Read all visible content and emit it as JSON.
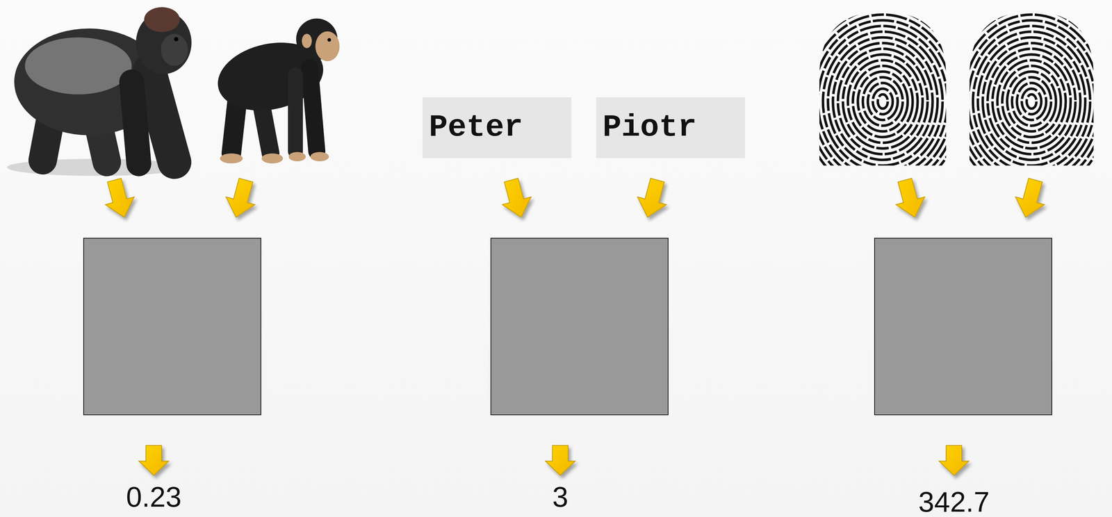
{
  "diagram": {
    "nodes": [
      {
        "text": [
          "Peter"
        ]
      },
      {
        "text": [
          "Piotr"
        ]
      }
    ],
    "labels": [
      "0.23",
      "3",
      "342.7"
    ]
  }
}
